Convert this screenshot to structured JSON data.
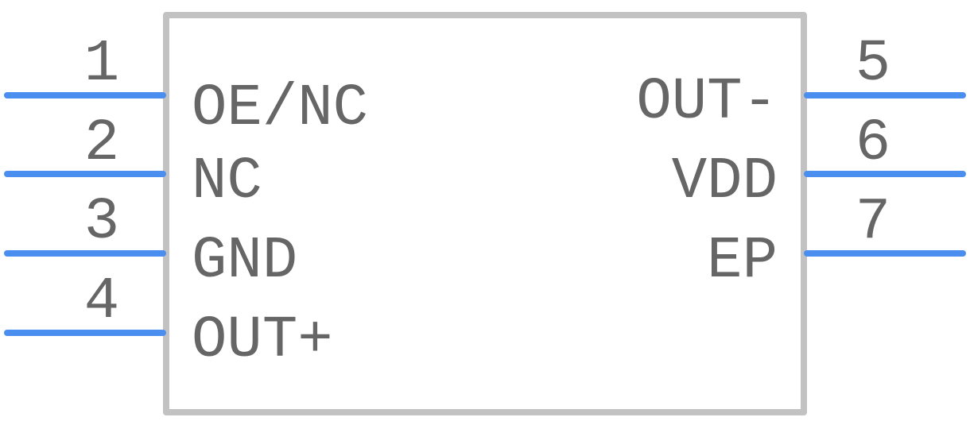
{
  "colors": {
    "body_outline": "#c2c2c2",
    "pin_line": "#4a8ef0",
    "text": "#666666"
  },
  "left_pins": [
    {
      "number": "1",
      "name": "OE/NC"
    },
    {
      "number": "2",
      "name": "NC"
    },
    {
      "number": "3",
      "name": "GND"
    },
    {
      "number": "4",
      "name": "OUT+"
    }
  ],
  "right_pins": [
    {
      "number": "5",
      "name": "OUT-"
    },
    {
      "number": "6",
      "name": "VDD"
    },
    {
      "number": "7",
      "name": "EP"
    }
  ]
}
